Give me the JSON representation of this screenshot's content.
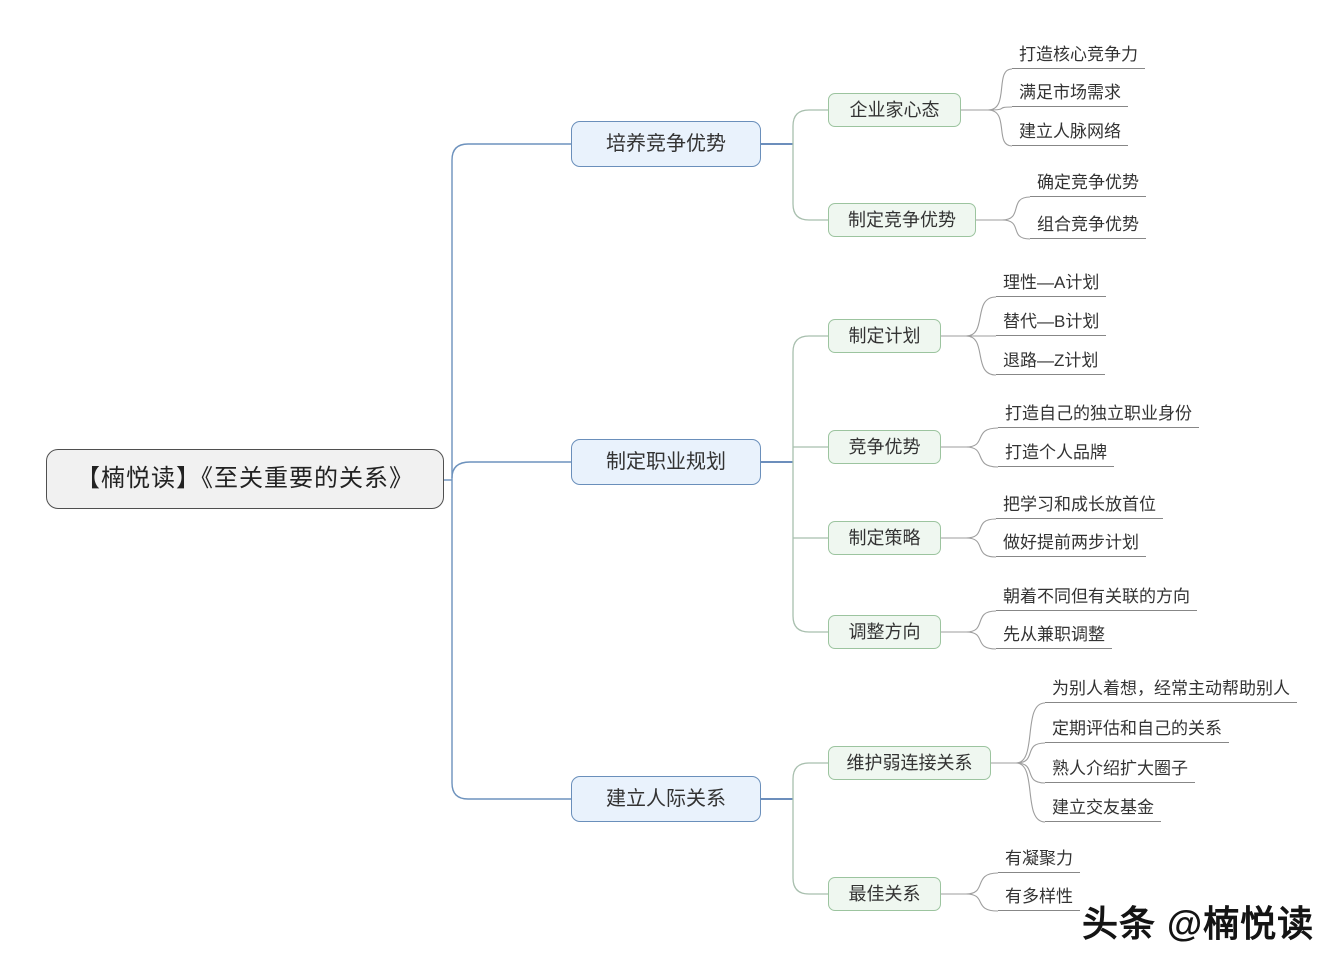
{
  "root": {
    "label": "【楠悦读】《至关重要的关系》"
  },
  "watermark": "头条 @楠悦读",
  "colors": {
    "root_fill": "#f1f1f1",
    "root_border": "#4f4f4f",
    "main_fill": "#e9f2fc",
    "main_border": "#6a8fbb",
    "sub_fill": "#eff7f0",
    "sub_border": "#9cc49f",
    "line_level1_blue": "#6d92bd",
    "line_stub_blue": "#3c69a5",
    "line_level2_green": "#a8bfae",
    "line_level3_gray": "#9e9e9e",
    "leaf_underline": "#878787",
    "text": "#333333"
  },
  "branches": [
    {
      "label": "培养竞争优势",
      "children": [
        {
          "label": "企业家心态",
          "leaves": [
            "打造核心竞争力",
            "满足市场需求",
            "建立人脉网络"
          ]
        },
        {
          "label": "制定竞争优势",
          "leaves": [
            "确定竞争优势",
            "组合竞争优势"
          ]
        }
      ]
    },
    {
      "label": "制定职业规划",
      "children": [
        {
          "label": "制定计划",
          "leaves": [
            "理性—A计划",
            "替代—B计划",
            "退路—Z计划"
          ]
        },
        {
          "label": "竞争优势",
          "leaves": [
            "打造自己的独立职业身份",
            "打造个人品牌"
          ]
        },
        {
          "label": "制定策略",
          "leaves": [
            "把学习和成长放首位",
            "做好提前两步计划"
          ]
        },
        {
          "label": "调整方向",
          "leaves": [
            "朝着不同但有关联的方向",
            "先从兼职调整"
          ]
        }
      ]
    },
    {
      "label": "建立人际关系",
      "children": [
        {
          "label": "维护弱连接关系",
          "leaves": [
            "为别人着想，经常主动帮助别人",
            "定期评估和自己的关系",
            "熟人介绍扩大圈子",
            "建立交友基金"
          ]
        },
        {
          "label": "最佳关系",
          "leaves": [
            "有凝聚力",
            "有多样性"
          ]
        }
      ]
    }
  ]
}
